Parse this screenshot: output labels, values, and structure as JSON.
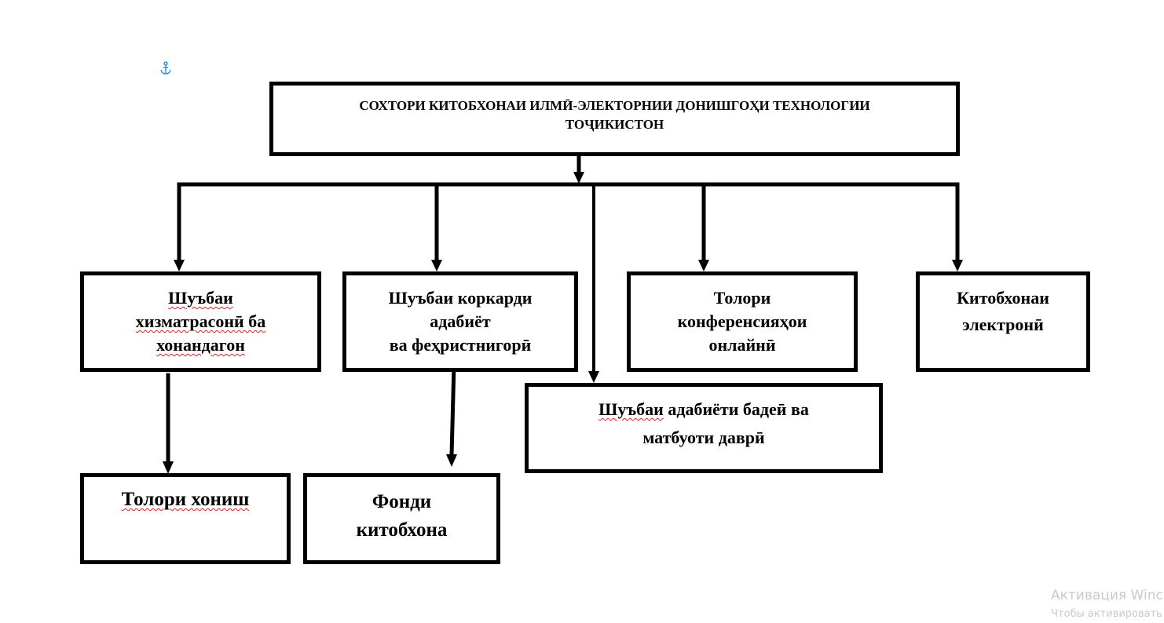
{
  "diagram": {
    "title_line1": "СОХТОРИ КИТОБХОНАИ ИЛМӢ-ЭЛЕКТОРНИИ ДОНИШГОҲИ ТЕХНОЛОГИИ",
    "title_line2": "ТОҶИКИСТОН",
    "departments": [
      {
        "lines": [
          "Шуъбаи",
          "хизматрасонӣ ба",
          "хонандагон"
        ]
      },
      {
        "lines": [
          "Шуъбаи коркарди",
          "адабиёт",
          "ва феҳристнигорӣ"
        ]
      },
      {
        "lines": [
          "Толори",
          "конференсияҳои",
          "онлайнӣ"
        ]
      },
      {
        "lines": [
          "Китобхонаи",
          "электронӣ"
        ]
      },
      {
        "lines": [
          "Шуъбаи адабиёти бадеӣ ва",
          "матбуоти даврӣ"
        ]
      }
    ],
    "subunits": [
      {
        "lines": [
          "Толори хониш"
        ]
      },
      {
        "lines": [
          "Фонди",
          "китобхона"
        ]
      }
    ]
  },
  "icons": {
    "anchor": "anchor-icon"
  },
  "watermark": {
    "line1": "Активация Winc",
    "line2": "Чтобы активировать"
  }
}
